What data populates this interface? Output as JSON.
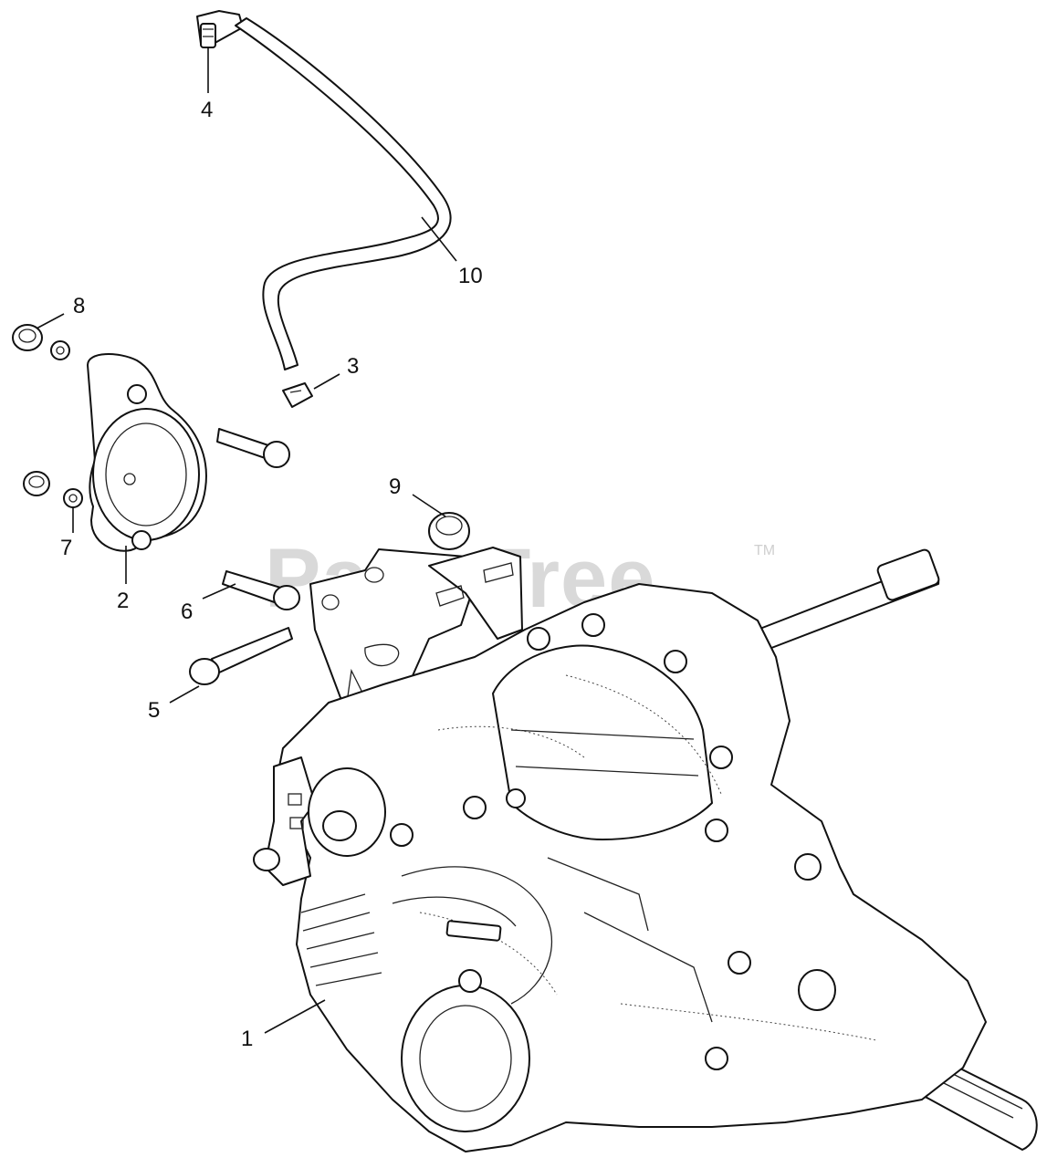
{
  "watermark": {
    "brand": "PartsTree",
    "tm": "TM"
  },
  "callouts": {
    "c1": "1",
    "c2": "2",
    "c3": "3",
    "c4": "4",
    "c5": "5",
    "c6": "6",
    "c7": "7",
    "c8": "8",
    "c9": "9",
    "c10": "10"
  }
}
